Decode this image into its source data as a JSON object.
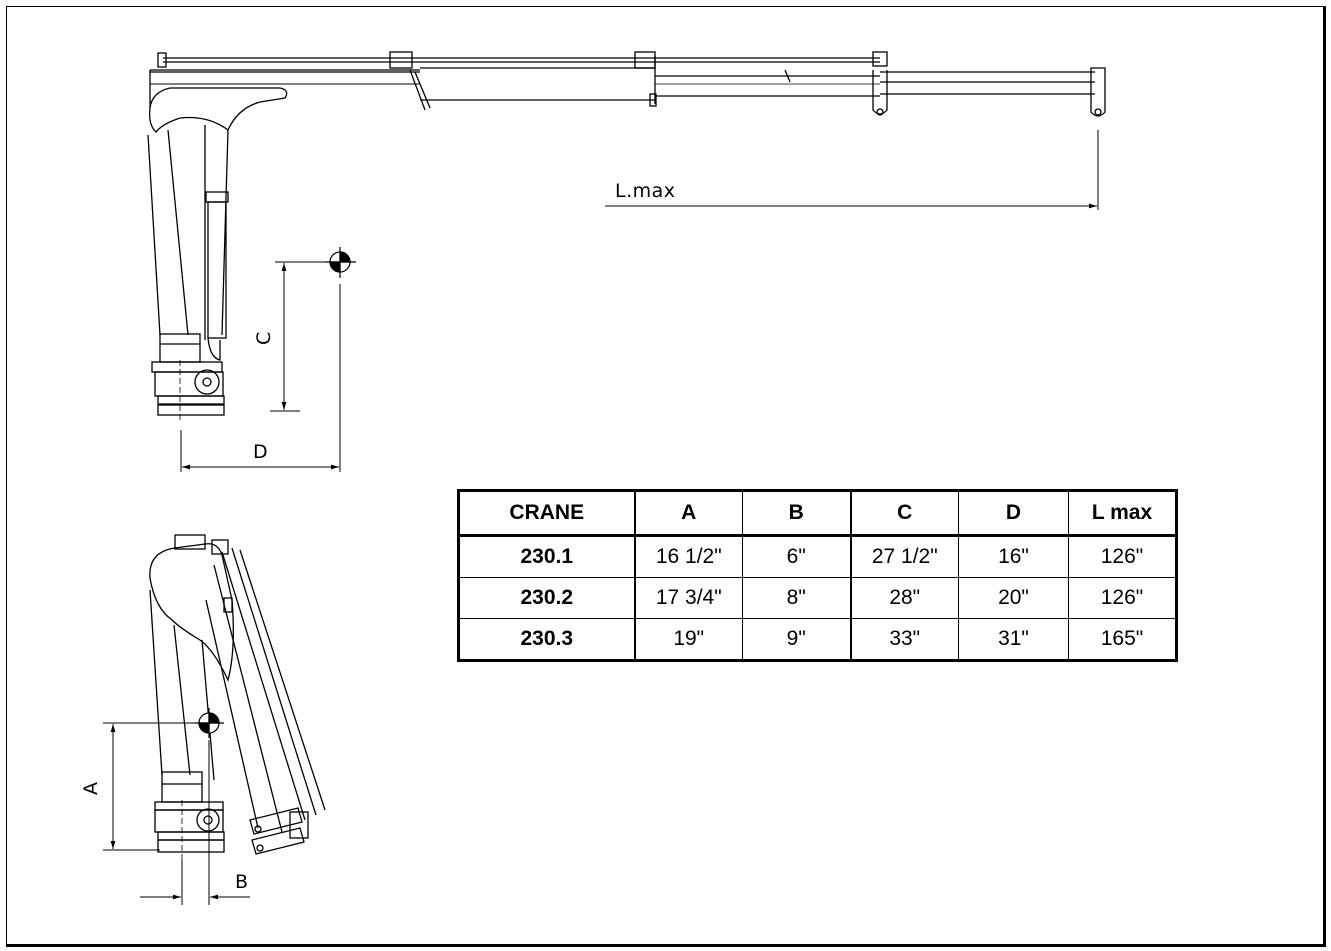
{
  "labels": {
    "lmax": "L.max",
    "c": "C",
    "d": "D",
    "a": "A",
    "b": "B"
  },
  "table": {
    "headers": [
      "CRANE",
      "A",
      "B",
      "C",
      "D",
      "L max"
    ],
    "rows": [
      [
        "230.1",
        "16 1/2\"",
        "6\"",
        "27 1/2\"",
        "16\"",
        "126\""
      ],
      [
        "230.2",
        "17 3/4\"",
        "8\"",
        "28\"",
        "20\"",
        "126\""
      ],
      [
        "230.3",
        "19\"",
        "9\"",
        "33\"",
        "31\"",
        "165\""
      ]
    ]
  }
}
